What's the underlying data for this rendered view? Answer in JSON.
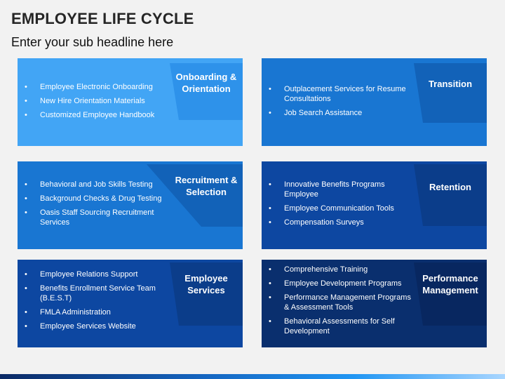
{
  "header": {
    "title": "EMPLOYEE LIFE CYCLE",
    "subtitle": "Enter your sub headline here"
  },
  "colors": {
    "light": "#42a5f5",
    "light_tab": "#2e92ea",
    "medium": "#1976d2",
    "medium_tab": "#1262b8",
    "dark": "#0d47a1",
    "dark_tab": "#0b3d8a",
    "darkest": "#0a2f6e",
    "darkest_tab": "#082760"
  },
  "cards": [
    {
      "id": "onboarding",
      "label": "Onboarding & Orientation",
      "items": [
        "Employee Electronic Onboarding",
        "New Hire Orientation Materials",
        "Customized Employee Handbook"
      ]
    },
    {
      "id": "transition",
      "label": "Transition",
      "items": [
        "Outplacement Services for Resume Consultations",
        " Job Search Assistance"
      ]
    },
    {
      "id": "recruitment",
      "label": "Recruitment & Selection",
      "items": [
        "Behavioral and Job Skills Testing",
        "Background Checks & Drug Testing",
        "Oasis Staff Sourcing Recruitment Services"
      ]
    },
    {
      "id": "retention",
      "label": "Retention",
      "items": [
        "Innovative Benefits Programs Employee",
        "Employee Communication Tools",
        "Compensation Surveys"
      ]
    },
    {
      "id": "employee-services",
      "label": "Employee Services",
      "items": [
        "Employee Relations Support",
        "Benefits Enrollment Service Team (B.E.S.T)",
        "FMLA Administration",
        "Employee Services Website"
      ]
    },
    {
      "id": "performance",
      "label": "Performance Management",
      "items": [
        "Comprehensive Training",
        "Employee Development Programs",
        "Performance Management Programs & Assessment Tools",
        "Behavioral Assessments for Self Development"
      ]
    }
  ]
}
